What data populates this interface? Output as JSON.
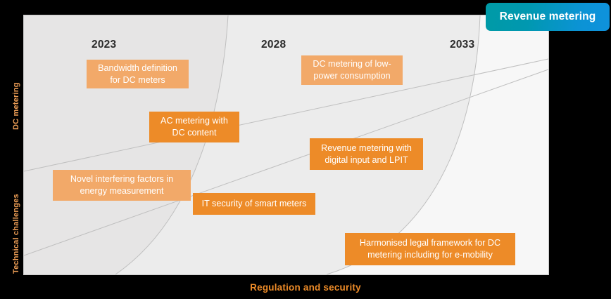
{
  "badge": {
    "label": "Revenue metering",
    "gradient_from": "#009aa6",
    "gradient_to": "#0f92dd"
  },
  "axes": {
    "x_title": "Regulation and security",
    "x_title_color": "#ed8b28",
    "y_titles": [
      {
        "label": "DC metering",
        "color": "#f0a057"
      },
      {
        "label": "Technical challenges",
        "color": "#f0a057"
      }
    ]
  },
  "timeline": {
    "years": [
      "2023",
      "2028",
      "2033"
    ]
  },
  "panel": {
    "background": "#e6e5e5",
    "zone_mid": "#ececec",
    "zone_right": "#f7f7f7",
    "border": "#c9c9c9"
  },
  "colors": {
    "box_light": "#f2a969",
    "box_dark": "#ed8b28"
  },
  "items": [
    {
      "id": "bandwidth",
      "label": "Bandwidth definition for DC meters",
      "shade": "light"
    },
    {
      "id": "dc-lowpower",
      "label": "DC metering of low-power consumption",
      "shade": "light"
    },
    {
      "id": "ac-metering",
      "label": "AC metering with DC content",
      "shade": "dark"
    },
    {
      "id": "revenue-lpit",
      "label": "Revenue metering with digital input and LPIT",
      "shade": "dark"
    },
    {
      "id": "novel",
      "label": "Novel interfering factors in energy measurement",
      "shade": "light"
    },
    {
      "id": "it-security",
      "label": "IT security of smart meters",
      "shade": "dark"
    },
    {
      "id": "harmonised",
      "label": "Harmonised legal framework for DC metering including for e-mobility",
      "shade": "dark"
    }
  ]
}
